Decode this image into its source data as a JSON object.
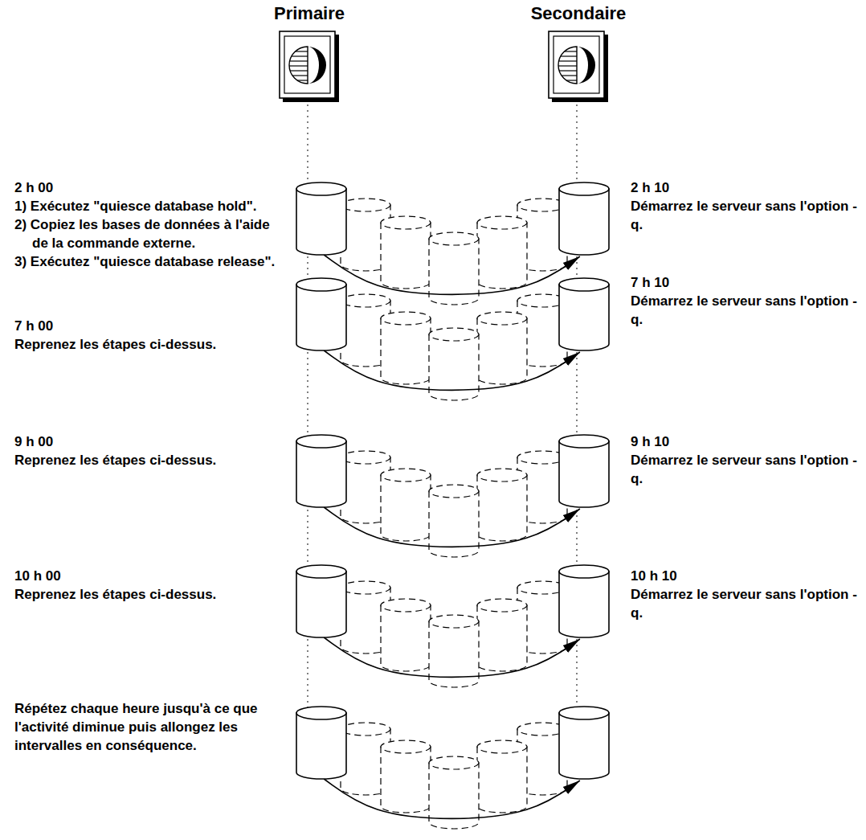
{
  "diagram": {
    "nodes": [
      {
        "text": [
          "Primaire"
        ]
      },
      {
        "text": [
          "Secondaire"
        ]
      },
      {
        "text": [
          "2 h 00",
          "1) Exécutez \"quiesce database hold\".",
          "2) Copiez les bases de données à l'aide de la commande externe.",
          "3) Exécutez \"quiesce database release\"."
        ]
      },
      {
        "text": [
          "2 h 10",
          "Démarrez le serveur sans l'option -q."
        ]
      },
      {
        "text": [
          "7 h 00",
          "Reprenez les étapes ci-dessus."
        ]
      },
      {
        "text": [
          "7 h 10",
          "Démarrez le serveur sans l'option -q."
        ]
      },
      {
        "text": [
          "9 h 00",
          "Reprenez les étapes ci-dessus."
        ]
      },
      {
        "text": [
          "9 h 10",
          "Démarrez le serveur sans l'option -q."
        ]
      },
      {
        "text": [
          "10 h 00",
          "Reprenez les étapes ci-dessus."
        ]
      },
      {
        "text": [
          "10 h 10",
          "Démarrez le serveur sans l'option -q."
        ]
      },
      {
        "text": [
          "Répétez chaque heure jusqu'à ce que l'activité diminue puis allongez les intervalles en conséquence."
        ]
      },
      {
        "text": []
      }
    ],
    "edges": [
      {
        "from": 2,
        "to": 3,
        "arrow": "to"
      },
      {
        "from": 4,
        "to": 5,
        "arrow": "to"
      },
      {
        "from": 6,
        "to": 7,
        "arrow": "to"
      },
      {
        "from": 8,
        "to": 9,
        "arrow": "to"
      },
      {
        "from": 10,
        "to": 11,
        "arrow": "to"
      }
    ]
  }
}
